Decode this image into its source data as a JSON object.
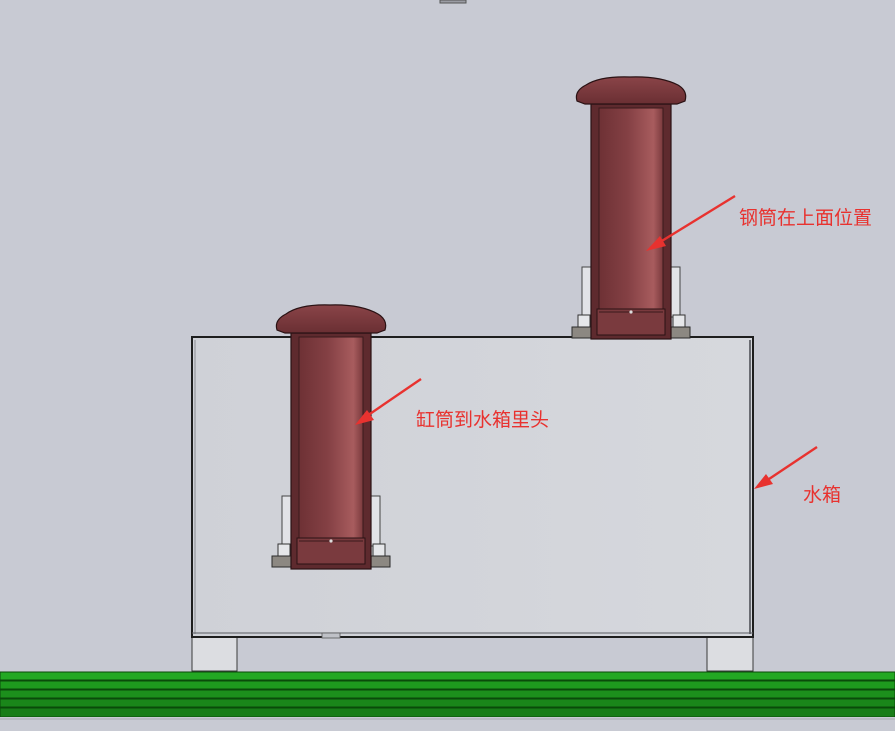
{
  "annotations": {
    "steel_cylinder_top": "钢筒在上面位置",
    "cylinder_in_tank": "缸筒到水箱里头",
    "water_tank": "水箱"
  },
  "colors": {
    "background": "#c8cad3",
    "tank_fill": "#d0d2d8",
    "tank_edge": "#2a2a2a",
    "cylinder_dark": "#6a2f33",
    "cylinder_light": "#a55a5c",
    "flange": "#8a8680",
    "ground_green": "#1f9a1f",
    "ground_dark": "#0e5a0e",
    "arrow_red": "#e8322f"
  }
}
